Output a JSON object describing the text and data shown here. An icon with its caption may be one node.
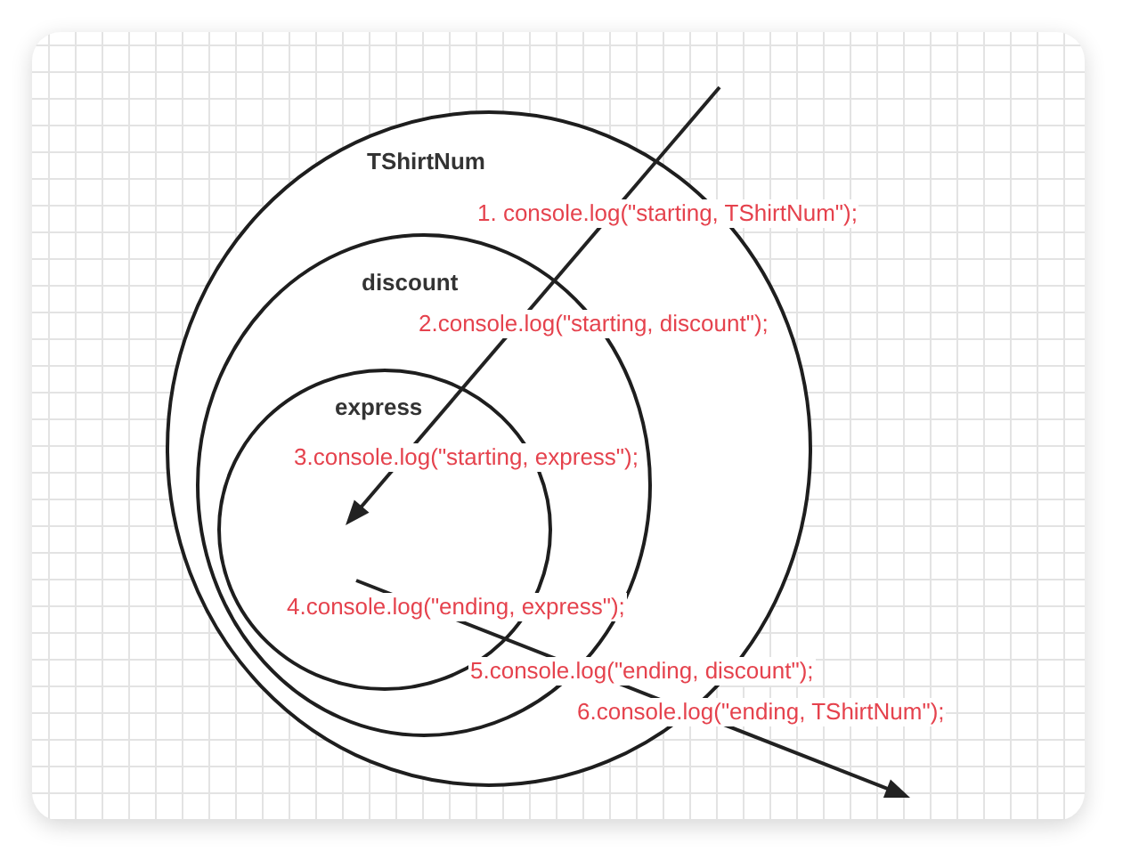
{
  "diagram": {
    "nodes": [
      {
        "text": [
          "TShirtNum"
        ]
      },
      {
        "text": [
          "discount"
        ],
        "in": 0
      },
      {
        "text": [
          "express"
        ],
        "in": 1
      }
    ],
    "labels": [
      "1. console.log(\"starting, TShirtNum\");",
      "2.console.log(\"starting, discount\");",
      "3.console.log(\"starting, express\");",
      "4.console.log(\"ending, express\");",
      "5.console.log(\"ending, discount\");",
      "6.console.log(\"ending, TShirtNum\");"
    ]
  }
}
